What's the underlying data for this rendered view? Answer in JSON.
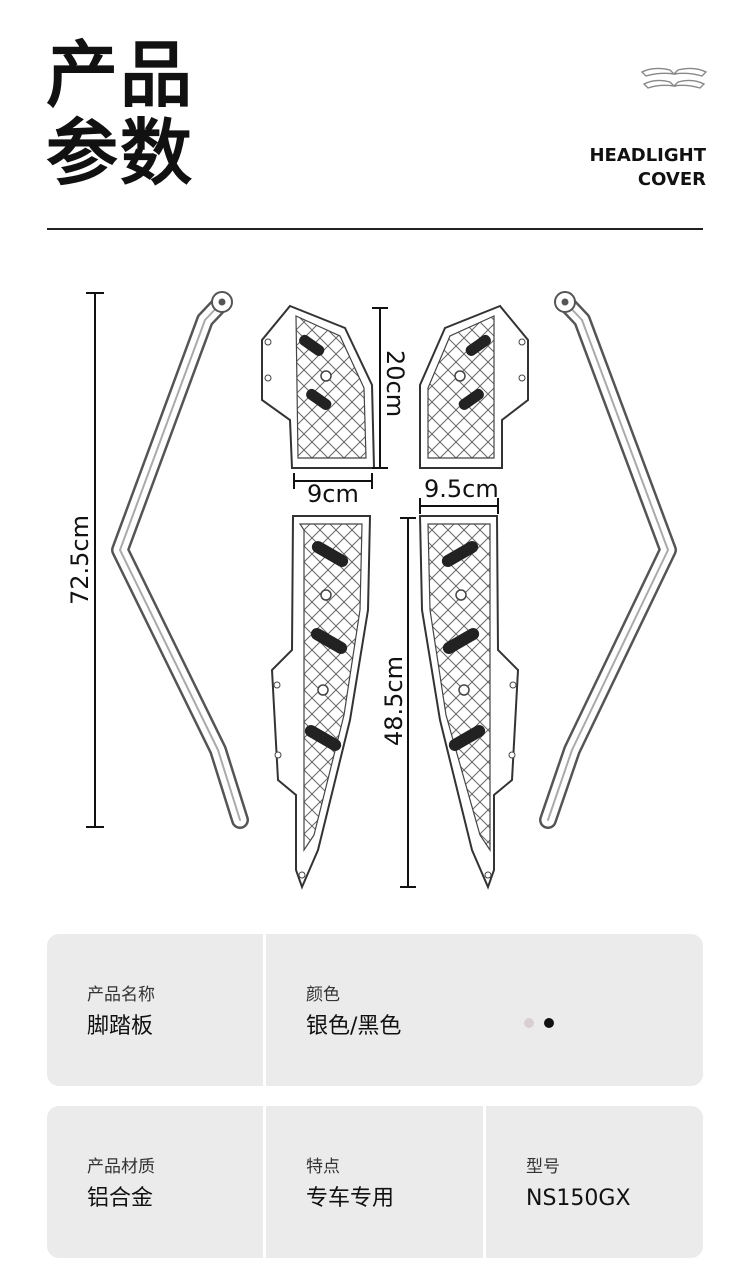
{
  "header": {
    "title_line1": "产品",
    "title_line2": "参数",
    "subtitle_line1": "HEADLIGHT",
    "subtitle_line2": "COVER",
    "logo_icon": "brand-wing-logo-icon"
  },
  "diagram": {
    "dim_height_total": "72.5cm",
    "dim_top_height": "20cm",
    "dim_top_left_width": "9cm",
    "dim_top_right_width": "9.5cm",
    "dim_bottom_height": "48.5cm"
  },
  "specs": {
    "name_label": "产品名称",
    "name_value": "脚踏板",
    "color_label": "颜色",
    "color_value": "银色/黑色",
    "swatch_silver": "#d9cfd2",
    "swatch_black": "#111111",
    "material_label": "产品材质",
    "material_value": "铝合金",
    "feature_label": "特点",
    "feature_value": "专车专用",
    "model_label": "型号",
    "model_value": "NS150GX"
  }
}
